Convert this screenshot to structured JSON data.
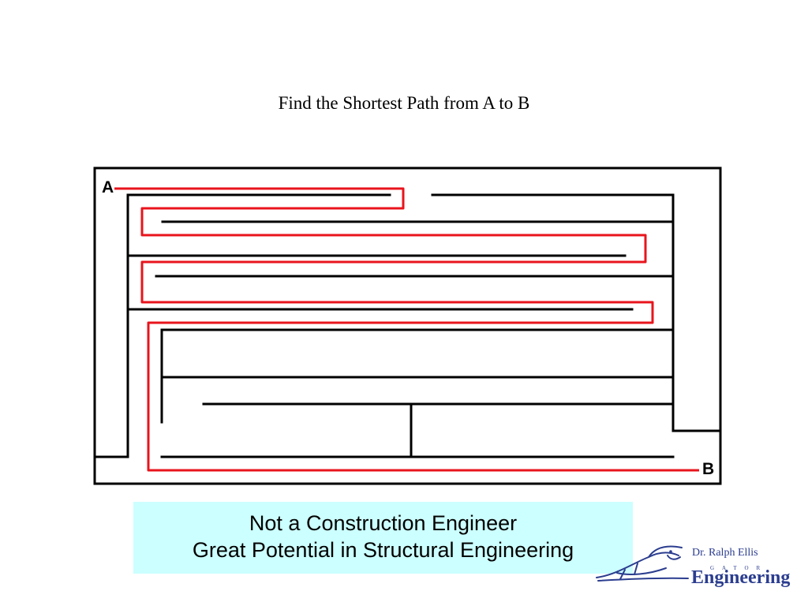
{
  "slide": {
    "title": "Find the Shortest Path from A to B"
  },
  "maze": {
    "start_label": "A",
    "end_label": "B",
    "wall_color": "#000000",
    "path_color": "#e8141c"
  },
  "callout": {
    "line1": "Not a Construction Engineer",
    "line2": "Great Potential in Structural Engineering",
    "background_color": "#ccffff"
  },
  "logo": {
    "author": "Dr. Ralph Ellis",
    "gator": "GATOR",
    "wordmark": "Engineering",
    "icon": "gator-icon",
    "color": "#2b3d8f"
  }
}
